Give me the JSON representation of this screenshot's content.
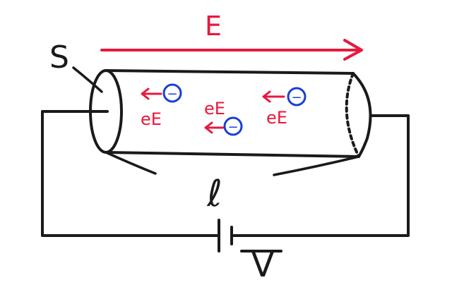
{
  "labels": {
    "field": "E",
    "area": "S",
    "length": "ℓ",
    "voltage": "V"
  },
  "force_label": "eE",
  "electron_symbol": "−",
  "electrons": [
    {
      "force": "eE",
      "charge": "−"
    },
    {
      "force": "eE",
      "charge": "−"
    },
    {
      "force": "eE",
      "charge": "−"
    }
  ],
  "colors": {
    "field": "#e8183c",
    "electron": "#1a3fd6",
    "ink": "#1a1a1a"
  }
}
